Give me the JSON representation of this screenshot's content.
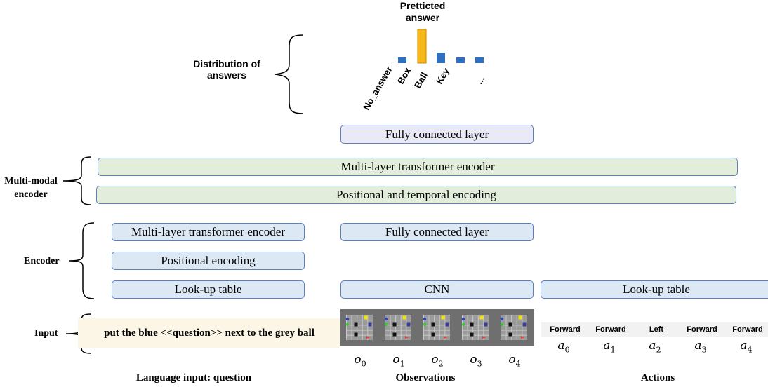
{
  "predicted_label": "Pretticted answer",
  "distribution_label": "Distribution of answers",
  "answer_ticks": [
    "No_answer",
    "Box",
    "Ball",
    "Key",
    "..."
  ],
  "layers": {
    "fc_top": "Fully connected layer",
    "mm_transformer": "Multi-layer transformer encoder",
    "pos_temporal": "Positional and temporal encoding",
    "lang_transformer": "Multi-layer transformer encoder",
    "fc_obs": "Fully connected layer",
    "pos_enc": "Positional encoding",
    "lookup_lang": "Look-up table",
    "cnn": "CNN",
    "lookup_act": "Look-up table"
  },
  "side_labels": {
    "multimodal": "Multi-modal encoder",
    "encoder": "Encoder",
    "input": "Input"
  },
  "question_text": "put the blue <<question>> next to the grey ball",
  "observations": [
    "o",
    "o",
    "o",
    "o",
    "o"
  ],
  "obs_subscripts": [
    "0",
    "1",
    "2",
    "3",
    "4"
  ],
  "actions": [
    "Forward",
    "Forward",
    "Left",
    "Forward",
    "Forward"
  ],
  "action_vars": [
    "a",
    "a",
    "a",
    "a",
    "a"
  ],
  "action_subscripts": [
    "0",
    "1",
    "2",
    "3",
    "4"
  ],
  "captions": {
    "language": "Language input: question",
    "observations": "Observations",
    "actions": "Actions"
  },
  "colors": {
    "bar_selected": "#f7b81a",
    "bar_other": "#2f6fbf",
    "box_blue": "#dde8f5",
    "box_green": "#e2eedb",
    "box_border": "#5b7fbf"
  }
}
